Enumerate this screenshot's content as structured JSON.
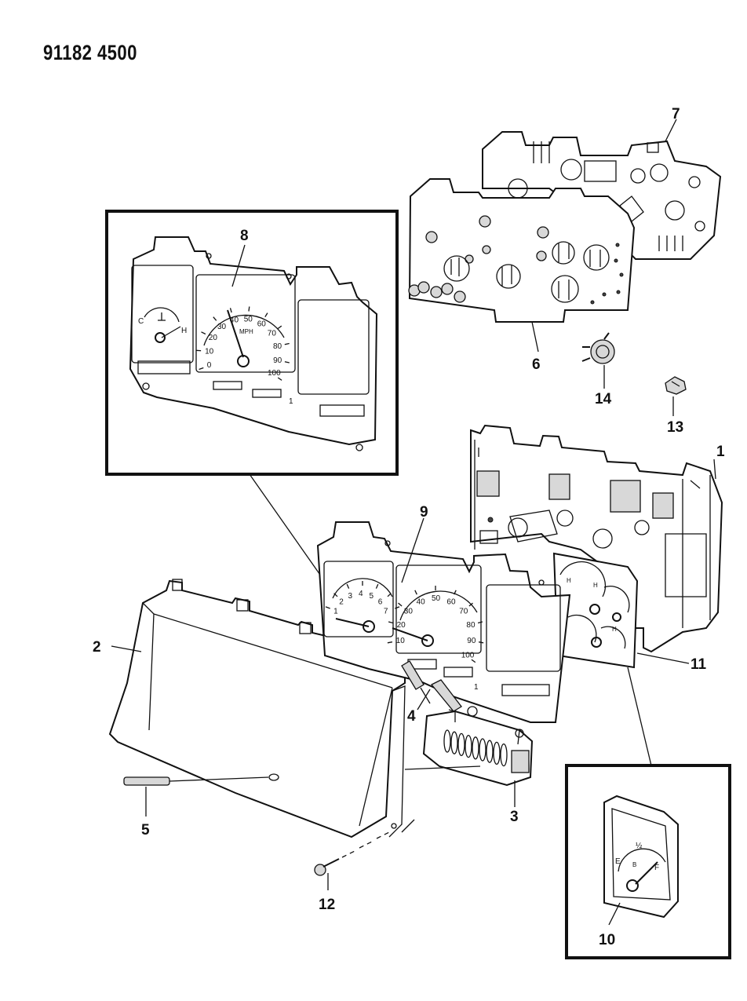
{
  "document": {
    "number": "91182 4500"
  },
  "callouts": {
    "c1": "1",
    "c2": "2",
    "c3": "3",
    "c4": "4",
    "c5": "5",
    "c6": "6",
    "c7": "7",
    "c8": "8",
    "c9": "9",
    "c10": "10",
    "c11": "11",
    "c12": "12",
    "c13": "13",
    "c14": "14"
  },
  "gauge_labels": {
    "temp_c": "C",
    "temp_h": "H",
    "speedo_inset": [
      "0",
      "10",
      "20",
      "30",
      "40",
      "50",
      "60",
      "70",
      "80",
      "90",
      "100"
    ],
    "speedo_main": [
      "10",
      "20",
      "30",
      "40",
      "50",
      "60",
      "70",
      "80",
      "90",
      "100"
    ],
    "tach": [
      "1",
      "2",
      "3",
      "4",
      "5",
      "6",
      "7"
    ],
    "mph": "MPH",
    "fuel_e": "E",
    "fuel_half": "½",
    "fuel_f": "F",
    "odometer_digit": "1"
  }
}
